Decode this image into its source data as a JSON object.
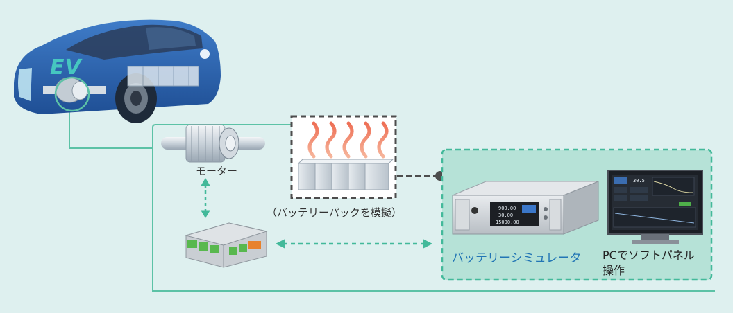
{
  "labels": {
    "ev": "EV",
    "motor": "モーター",
    "battery_pack": "（バッテリーパックを模擬）",
    "simulator": "バッテリーシミュレータ",
    "pc_line1": "PCでソフトパネル",
    "pc_line2": "操作"
  },
  "device_display": {
    "row1": "900.00",
    "row2": "30.00",
    "row3": "15000.00"
  },
  "pc_screen": {
    "value": "30.5"
  },
  "colors": {
    "background": "#def0ef",
    "line": "#5cc2a6",
    "simulator_panel": "#b6e2d7",
    "simulator_label": "#2275b5",
    "car_body": "#2a5ea8",
    "heat": "#f08a6a"
  }
}
